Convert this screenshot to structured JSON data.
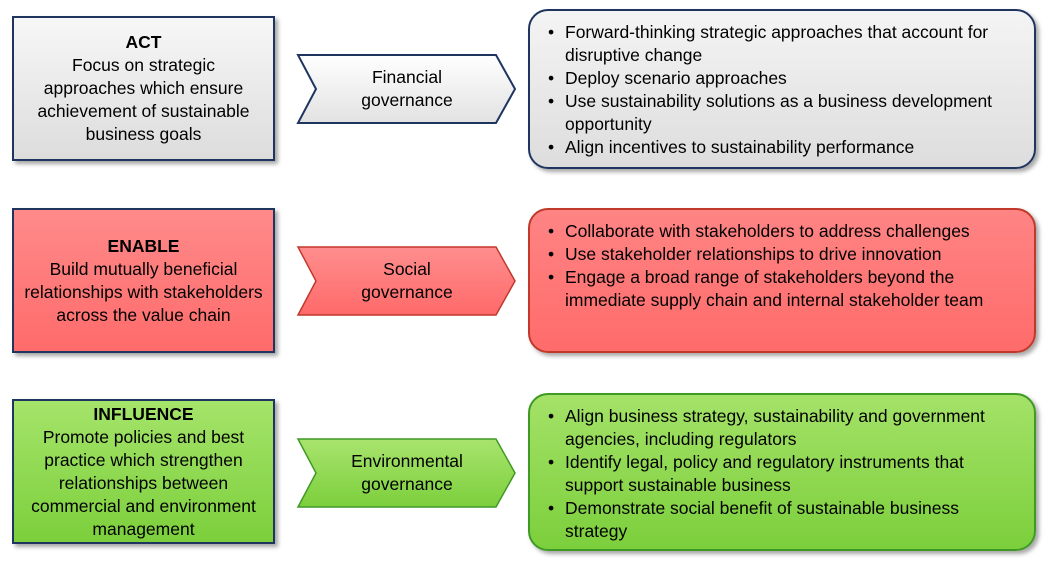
{
  "rows": [
    {
      "heading": "ACT",
      "description": "Focus on strategic approaches which ensure achievement of sustainable business goals",
      "governance": "Financial\ngovernance",
      "bullets": [
        "Forward-thinking strategic approaches that account for disruptive change",
        "Deploy scenario approaches",
        "Use sustainability solutions as a business development opportunity",
        "Align incentives to sustainability performance"
      ],
      "colors": {
        "fill": "#e6e6e6",
        "border": "#1f3560"
      }
    },
    {
      "heading": "ENABLE",
      "description": "Build mutually beneficial relationships with stakeholders across the value chain",
      "governance": "Social\ngovernance",
      "bullets": [
        "Collaborate with stakeholders to address challenges",
        "Use stakeholder relationships to drive innovation",
        "Engage a broad range of stakeholders beyond the immediate supply chain and internal stakeholder team"
      ],
      "colors": {
        "fill": "#ff7373",
        "border": "#c0392b"
      }
    },
    {
      "heading": "INFLUENCE",
      "description": "Promote policies and best practice which strengthen relationships between commercial and environment management",
      "governance": "Environmental\ngovernance",
      "bullets": [
        "Align business strategy, sustainability and government agencies, including regulators",
        "Identify legal, policy and regulatory instruments that support sustainable business",
        "Demonstrate social benefit of sustainable business strategy"
      ],
      "colors": {
        "fill": "#8ed650",
        "border": "#3f9a25"
      }
    }
  ]
}
